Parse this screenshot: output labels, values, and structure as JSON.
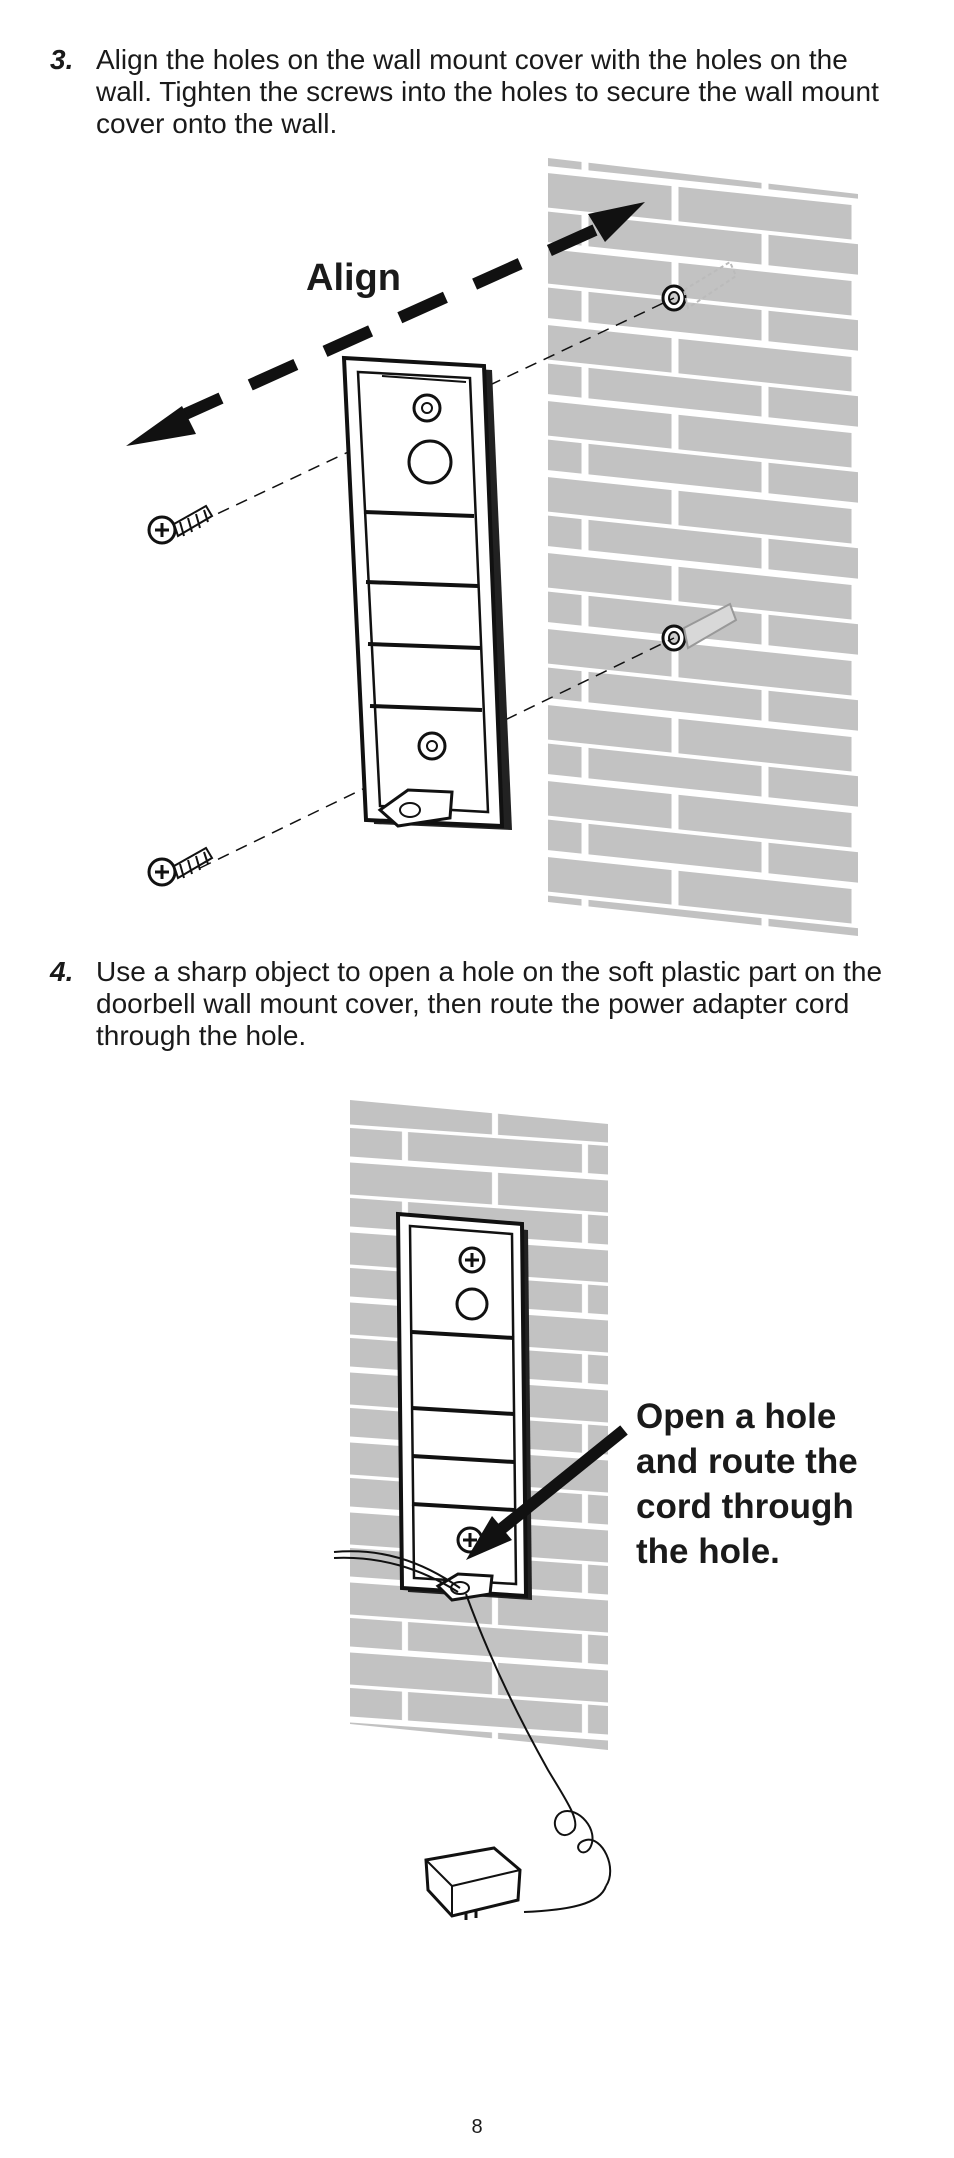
{
  "steps": [
    {
      "number": "3.",
      "text": "Align the holes on the wall mount cover with the holes on the wall. Tighten the screws into the holes to secure the wall mount cover onto the wall."
    },
    {
      "number": "4.",
      "text": "Use a sharp object to open a hole on the soft plastic part on the doorbell wall mount cover, then route the power adapter cord through the hole."
    }
  ],
  "figure1": {
    "callout": "Align"
  },
  "figure2": {
    "callout_lines": [
      "Open a hole",
      "and route the",
      "cord through",
      "the hole."
    ]
  },
  "page_number": "8"
}
